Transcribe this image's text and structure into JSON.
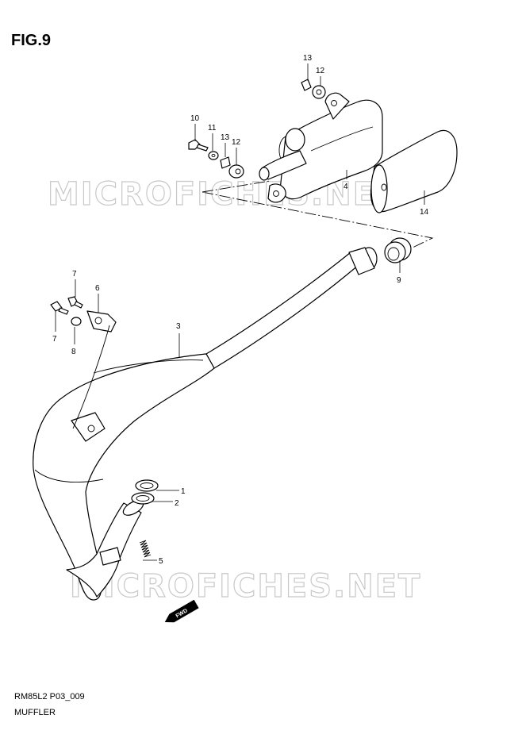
{
  "figure": {
    "title": "FIG.9",
    "code": "RM85L2 P03_009",
    "name": "MUFFLER"
  },
  "watermark": {
    "text": "MICROFICHES.NET"
  },
  "callouts": {
    "c1": "1",
    "c2": "2",
    "c3": "3",
    "c4": "4",
    "c5": "5",
    "c6": "6",
    "c7a": "7",
    "c7b": "7",
    "c8": "8",
    "c9": "9",
    "c10": "10",
    "c11": "11",
    "c12a": "12",
    "c12b": "12",
    "c13a": "13",
    "c13b": "13",
    "c14": "14"
  },
  "direction": {
    "label": "FWD"
  },
  "icons": {
    "fwd_arrow": "forward-arrow-icon"
  }
}
